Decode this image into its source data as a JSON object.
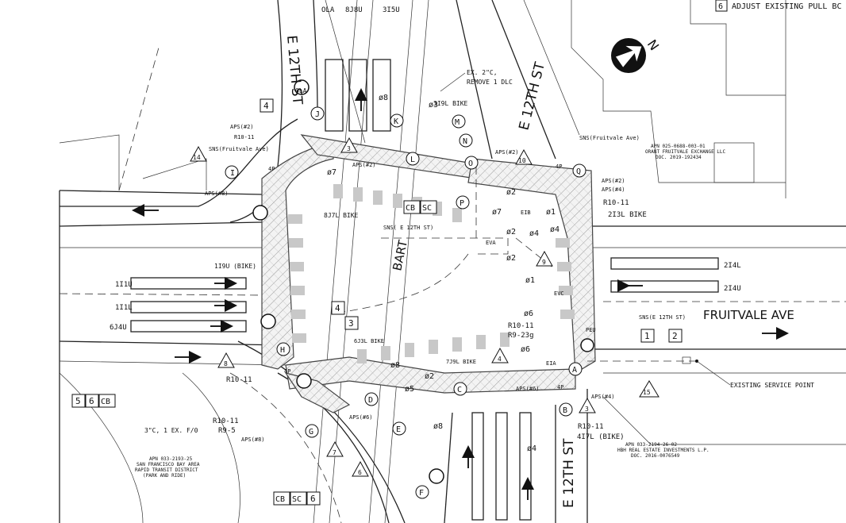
{
  "header_note": {
    "number": "6",
    "text": "ADJUST EXISTING PULL BC"
  },
  "streets": {
    "e12th_upper_left": "E 12TH ST",
    "e12th_upper_right": "E 12TH ST",
    "e12th_lower": "E 12TH ST",
    "fruitvale": "FRUITVALE AVE",
    "bart": "BART"
  },
  "north_arrow": "N",
  "top_labels": {
    "ola": "OLA",
    "l8j8u": "8J8U",
    "l3i5u": "3I5U"
  },
  "callouts": {
    "ex2c": "EX. 2\"C,",
    "remove": "REMOVE 1 DLC",
    "existing_service": "EXISTING SERVICE POINT",
    "conduit_3c": "3\"C, 1 EX. F/0"
  },
  "apn": {
    "right_top": [
      "APN 025-0688-003-01",
      "ORANT FRUITVALE EXCHANGE LLC",
      "DOC. 2019-192434"
    ],
    "right_bottom": [
      "APN 033-2194-26-02",
      "HBH REAL ESTATE INVESTMENTS L.P.",
      "DOC. 2016-0076549"
    ],
    "left_bottom": [
      "APN 033-2193-25",
      "SAN FRANCISCO BAY AREA",
      "RAPID TRANSIT DISTRICT",
      "(PARK AND RIDE)"
    ]
  },
  "lane_labels": {
    "l1i1u": "1I1U",
    "l1i1l": "1I1L",
    "l6j4u": "6J4U",
    "l2i4l": "2I4L",
    "l2i4u": "2I4U",
    "l1i9u": "1I9U (BIKE)",
    "l2i3l": "2I3L BIKE",
    "l8j7l": "8J7L BIKE",
    "l3i9l": "3I9L BIKE",
    "l6j3l": "6J3L BIKE",
    "l7j9l": "7J9L BIKE",
    "l4i7l": "4I7L (BIKE)"
  },
  "signs": {
    "sns_fruitvale_left": "SNS(Fruitvale Ave)",
    "sns_fruitvale_right": "SNS(Fruitvale Ave)",
    "sns_12th_mid": "SNS( E 12TH ST)",
    "sns_12th_right": "SNS(E 12TH ST)"
  },
  "regs": {
    "r1011_a": "R10-11",
    "r1011_b": "R10-11",
    "r1011_c": "R10-11",
    "r1011_d": "R10-11",
    "r1011_e": "R10-11",
    "r1011_f": "R10-11",
    "r95": "R9-5",
    "r923g": "R9-23g"
  },
  "aps": {
    "a2_tl": "APS(#2)",
    "a2_mid": "APS(#2)",
    "a2_top": "APS(#2)",
    "a2_r": "APS(#2)",
    "a4_r": "APS(#4)",
    "a4_br": "APS(#4)",
    "a8_l": "APS(#8)",
    "a8_bl": "APS(#8)",
    "a6_b": "APS(#6)",
    "a6_c": "APS(#6)"
  },
  "letters": [
    "A",
    "B",
    "C",
    "D",
    "E",
    "F",
    "G",
    "H",
    "I",
    "J",
    "K",
    "L",
    "M",
    "N",
    "O",
    "P",
    "Q"
  ],
  "boxes": {
    "b4a": "4",
    "b4b": "4",
    "b3": "3",
    "b1": "1",
    "b2": "2",
    "b5": "5",
    "b6": "6",
    "bcb": "CB",
    "bcb2": "CB",
    "bsc": "SC",
    "bsc2": "SC",
    "b6b": "6"
  },
  "triangles": [
    "14",
    "3",
    "10",
    "9",
    "8",
    "7",
    "4",
    "3",
    "6",
    "15"
  ],
  "phases": {
    "p1": "ø1",
    "p2": "ø2",
    "p3": "ø3",
    "p4": "ø4",
    "p5": "ø5",
    "p6": "ø6",
    "p7": "ø7",
    "p8": "ø8"
  },
  "misc": {
    "eva": "EVA",
    "peu": "PEU",
    "evc": "EVC",
    "eib": "EIB",
    "eia": "EIA",
    "p4p": "4P"
  }
}
